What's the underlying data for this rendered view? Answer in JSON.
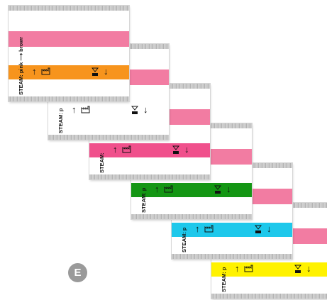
{
  "figure_label": "E",
  "cards": [
    {
      "steam_text": "STEAM: pink ⟶ brown",
      "indicator_color": "#f7941d"
    },
    {
      "steam_text": "STEAM: p",
      "indicator_color": "#ffffff"
    },
    {
      "steam_text": "STEAM:",
      "indicator_color": "#f0508c"
    },
    {
      "steam_text": "STEAM: p",
      "indicator_color": "#149614"
    },
    {
      "steam_text": "STEAM: p",
      "indicator_color": "#1ec8eb"
    },
    {
      "steam_text": "STEAM: p",
      "indicator_color": "#fff200"
    }
  ],
  "pink_band_color": "#f27ca2",
  "icons": [
    "up-arrow",
    "factory-icon",
    "hourglass-icon",
    "down-arrow"
  ],
  "symbols": {
    "up": "↑",
    "down": "↓"
  }
}
